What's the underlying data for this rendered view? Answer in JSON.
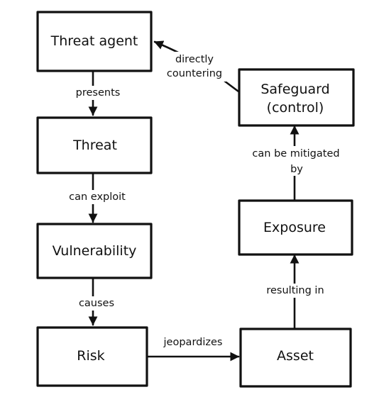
{
  "diagram": {
    "nodes": {
      "threat_agent": "Threat agent",
      "threat": "Threat",
      "vulnerability": "Vulnerability",
      "risk": "Risk",
      "asset": "Asset",
      "exposure": "Exposure",
      "safeguard_line1": "Safeguard",
      "safeguard_line2": "(control)"
    },
    "edges": {
      "presents": "presents",
      "can_exploit": "can exploit",
      "causes": "causes",
      "jeopardizes": "jeopardizes",
      "resulting_in": "resulting in",
      "mitigated_line1": "can be mitigated",
      "mitigated_line2": "by",
      "countering_line1": "directly",
      "countering_line2": "countering"
    }
  }
}
